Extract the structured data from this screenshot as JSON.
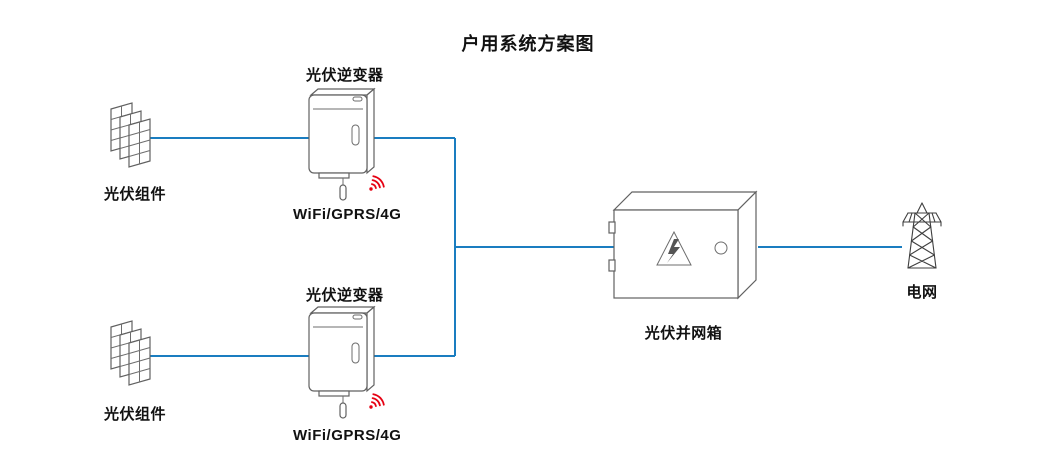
{
  "title": "户用系统方案图",
  "colors": {
    "connection": "#1a7dc0",
    "wifi": "#e60012",
    "outline": "#616161"
  },
  "pv_top": {
    "label": "光伏组件"
  },
  "pv_bottom": {
    "label": "光伏组件"
  },
  "inverter_top": {
    "label": "光伏逆变器",
    "comm": "WiFi/GPRS/4G"
  },
  "inverter_bottom": {
    "label": "光伏逆变器",
    "comm": "WiFi/GPRS/4G"
  },
  "grid_box": {
    "label": "光伏并网箱"
  },
  "grid": {
    "label": "电网"
  }
}
